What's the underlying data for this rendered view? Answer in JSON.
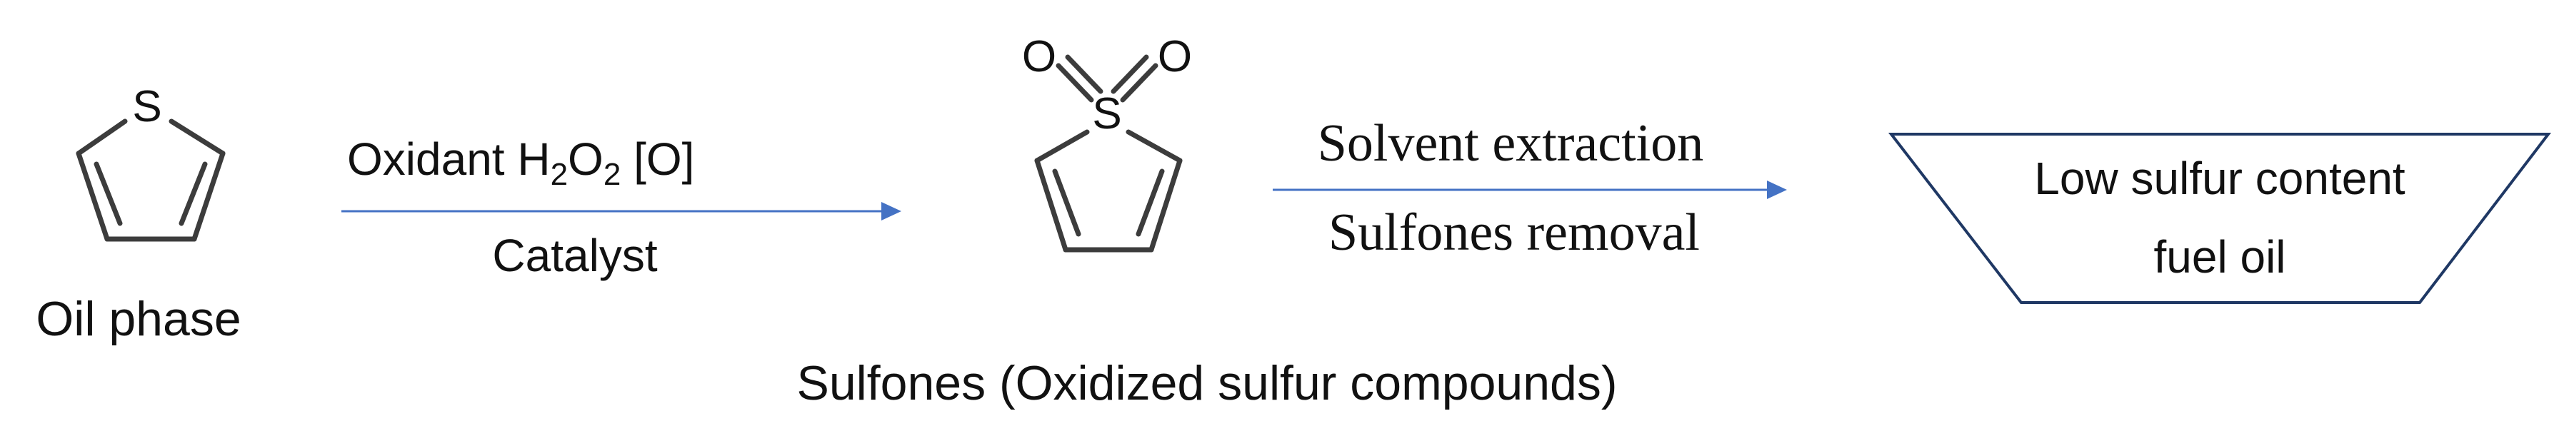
{
  "diagram": {
    "title": "",
    "reactant": {
      "atom_label": "S",
      "phase_label": "Oil phase"
    },
    "step1": {
      "above_prefix": "Oxidant H",
      "above_sub1": "2",
      "above_mid": "O",
      "above_sub2": "2",
      "above_suffix": " [O]",
      "below": "Catalyst"
    },
    "product": {
      "sulfur_label": "S",
      "oxygen1_label": "O",
      "oxygen2_label": "O",
      "caption": "Sulfones (Oxidized sulfur compounds)"
    },
    "step2": {
      "above": "Solvent extraction",
      "below": "Sulfones removal"
    },
    "result": {
      "line1": "Low sulfur content",
      "line2": "fuel oil"
    },
    "colors": {
      "arrow": "#4472c4",
      "box_border": "#1f3864",
      "bond": "#3c3c3c"
    }
  }
}
